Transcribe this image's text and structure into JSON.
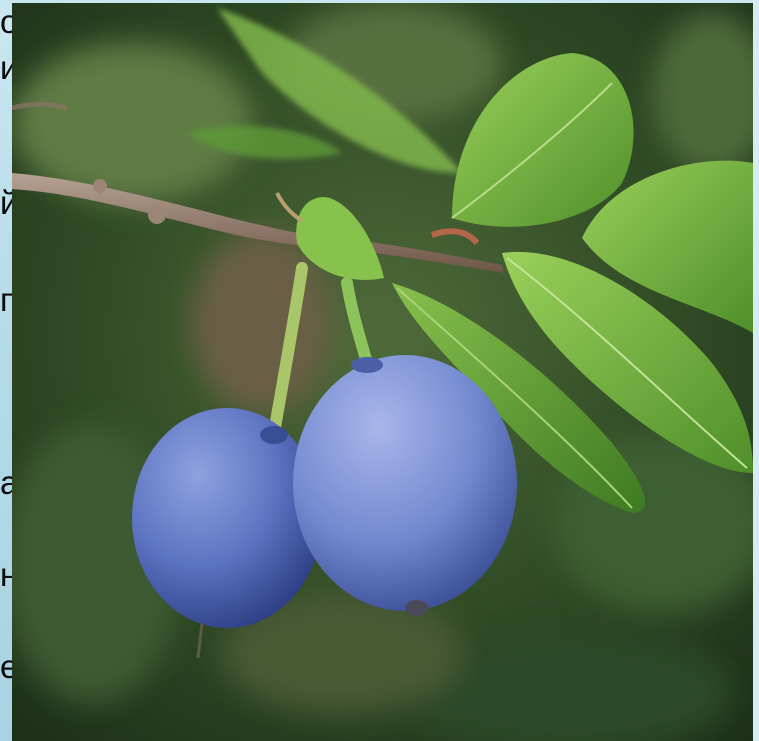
{
  "slide_text": {
    "lines": [
      "оски",
      "из",
      "й до",
      "при",
      "а",
      "ния",
      "еств"
    ]
  },
  "colors": {
    "background": "#b9ddea",
    "berry": "#6f86c9",
    "leaf": "#6fb03a",
    "bokeh": "#2f4a22"
  },
  "photo": {
    "subject": "blue-berries-on-branch"
  }
}
